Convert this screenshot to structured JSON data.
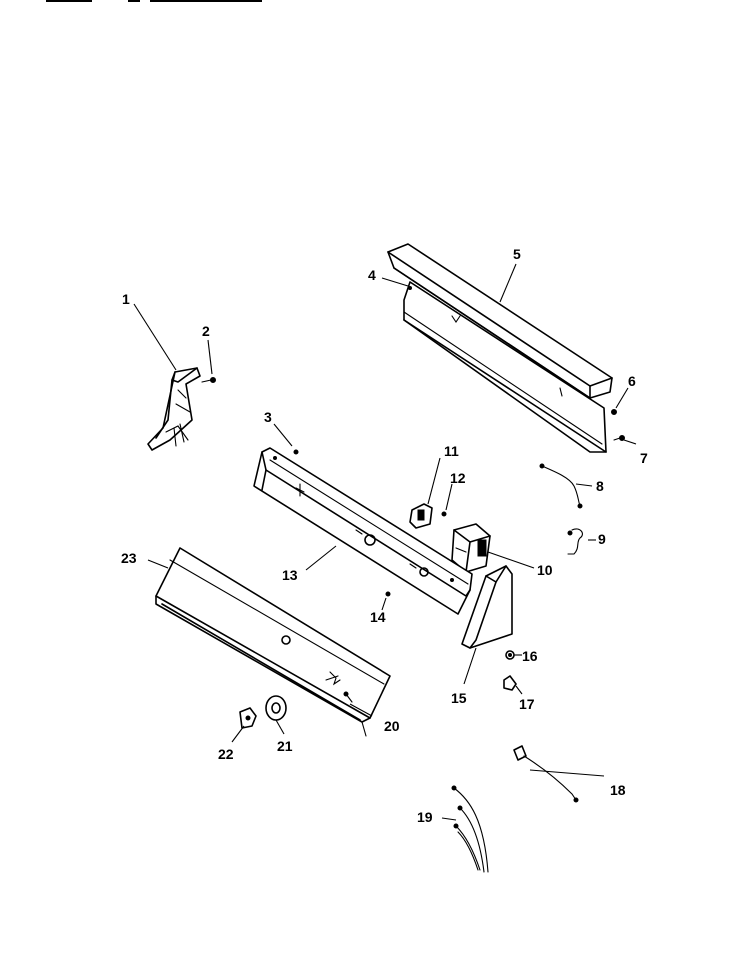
{
  "diagram": {
    "header_marks": 3,
    "callouts": [
      "1",
      "2",
      "3",
      "4",
      "5",
      "6",
      "7",
      "8",
      "9",
      "10",
      "11",
      "12",
      "13",
      "14",
      "15",
      "16",
      "17",
      "18",
      "19",
      "20",
      "21",
      "22",
      "23"
    ]
  }
}
